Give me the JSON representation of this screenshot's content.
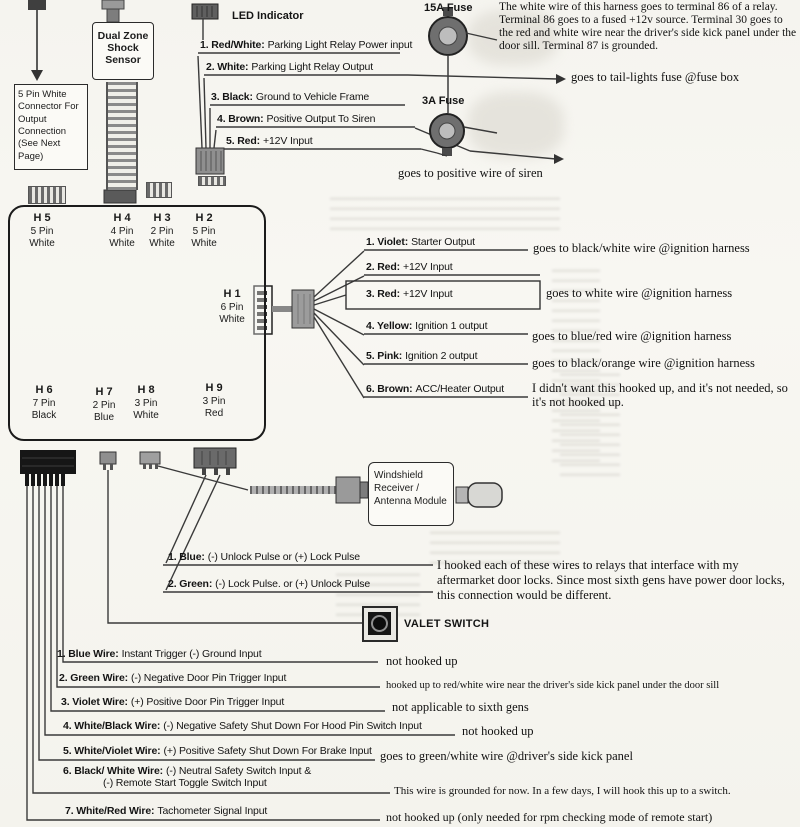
{
  "top_right_note": "The white wire of this harness goes to terminal 86 of a relay. Terminal 86 goes to a fused +12v source. Terminal 30 goes to the red and white wire near the driver's side kick panel under the door sill. Terminal 87 is grounded.",
  "led": {
    "label": "LED Indicator"
  },
  "fuses": {
    "f15": "15A Fuse",
    "f3": "3A Fuse"
  },
  "shock_sensor": {
    "label": "Dual Zone Shock Sensor"
  },
  "output_connector": {
    "label": "5 Pin White Connector For Output Connection (See Next Page)"
  },
  "harness_wires": [
    {
      "name": "1. Red/White:",
      "desc": "Parking Light Relay Power input"
    },
    {
      "name": "2. White:",
      "desc": "Parking Light Relay Output"
    },
    {
      "name": "3. Black:",
      "desc": "Ground to Vehicle Frame"
    },
    {
      "name": "4. Brown:",
      "desc": "Positive Output To Siren"
    },
    {
      "name": "5. Red:",
      "desc": "+12V Input"
    }
  ],
  "notes": {
    "tail_lights": "goes to tail-lights fuse @fuse box",
    "siren": "goes to positive wire of siren"
  },
  "unit": {
    "h5": {
      "name": "H 5",
      "pin": "5 Pin",
      "color": "White"
    },
    "h4": {
      "name": "H 4",
      "pin": "4 Pin",
      "color": "White"
    },
    "h3": {
      "name": "H 3",
      "pin": "2 Pin",
      "color": "White"
    },
    "h2": {
      "name": "H 2",
      "pin": "5 Pin",
      "color": "White"
    },
    "h1": {
      "name": "H 1",
      "pin": "6 Pin",
      "color": "White"
    },
    "h6": {
      "name": "H 6",
      "pin": "7 Pin",
      "color": "Black"
    },
    "h7": {
      "name": "H 7",
      "pin": "2 Pin",
      "color": "Blue"
    },
    "h8": {
      "name": "H 8",
      "pin": "3 Pin",
      "color": "White"
    },
    "h9": {
      "name": "H 9",
      "pin": "3 Pin",
      "color": "Red"
    }
  },
  "h1_wires": [
    {
      "name": "1. Violet:",
      "desc": "Starter Output",
      "note": "goes to black/white wire @ignition harness"
    },
    {
      "name": "2. Red:",
      "desc": "+12V Input",
      "note": ""
    },
    {
      "name": "3. Red:",
      "desc": "+12V Input",
      "note": "goes to white wire @ignition harness"
    },
    {
      "name": "4. Yellow:",
      "desc": "Ignition 1 output",
      "note": "goes to blue/red wire @ignition harness"
    },
    {
      "name": "5. Pink:",
      "desc": "Ignition 2 output",
      "note": "goes to black/orange wire @ignition harness"
    },
    {
      "name": "6. Brown:",
      "desc": "ACC/Heater Output",
      "note": "I didn't want this hooked up, and it's not needed, so it's not hooked up."
    }
  ],
  "receiver": {
    "label": "Windshield Receiver / Antenna Module"
  },
  "h9_wires": [
    {
      "name": "1. Blue:",
      "desc": "(-) Unlock Pulse or (+) Lock Pulse"
    },
    {
      "name": "2. Green:",
      "desc": "(-) Lock Pulse. or (+) Unlock Pulse"
    }
  ],
  "h9_note": "I hooked each of these wires to relays that interface with my aftermarket door locks. Since most sixth gens have power door locks, this connection would be different.",
  "valet": {
    "label": "VALET SWITCH"
  },
  "h6_wires": [
    {
      "name": "1. Blue Wire:",
      "desc": "Instant Trigger (-) Ground Input",
      "note": "not hooked up"
    },
    {
      "name": "2. Green Wire:",
      "desc": "(-) Negative Door Pin Trigger Input",
      "note": "hooked up to red/white wire near the driver's side kick panel under the door sill"
    },
    {
      "name": "3. Violet Wire:",
      "desc": "(+) Positive Door Pin Trigger Input",
      "note": "not applicable to sixth gens"
    },
    {
      "name": "4. White/Black Wire:",
      "desc": "(-) Negative Safety Shut Down For Hood Pin Switch Input",
      "note": "not hooked up"
    },
    {
      "name": "5. White/Violet Wire:",
      "desc": "(+) Positive Safety Shut Down For Brake Input",
      "note": "goes to green/white wire @driver's side kick panel"
    },
    {
      "name": "6. Black/ White Wire:",
      "desc": "(-) Neutral Safety Switch Input &",
      "desc2": "(-) Remote Start Toggle Switch Input",
      "note": "This wire is grounded for now. In a few days, I will hook this up to a switch."
    },
    {
      "name": "7. White/Red Wire:",
      "desc": "Tachometer Signal Input",
      "note": "not hooked up (only needed for rpm checking mode of remote start)"
    }
  ]
}
